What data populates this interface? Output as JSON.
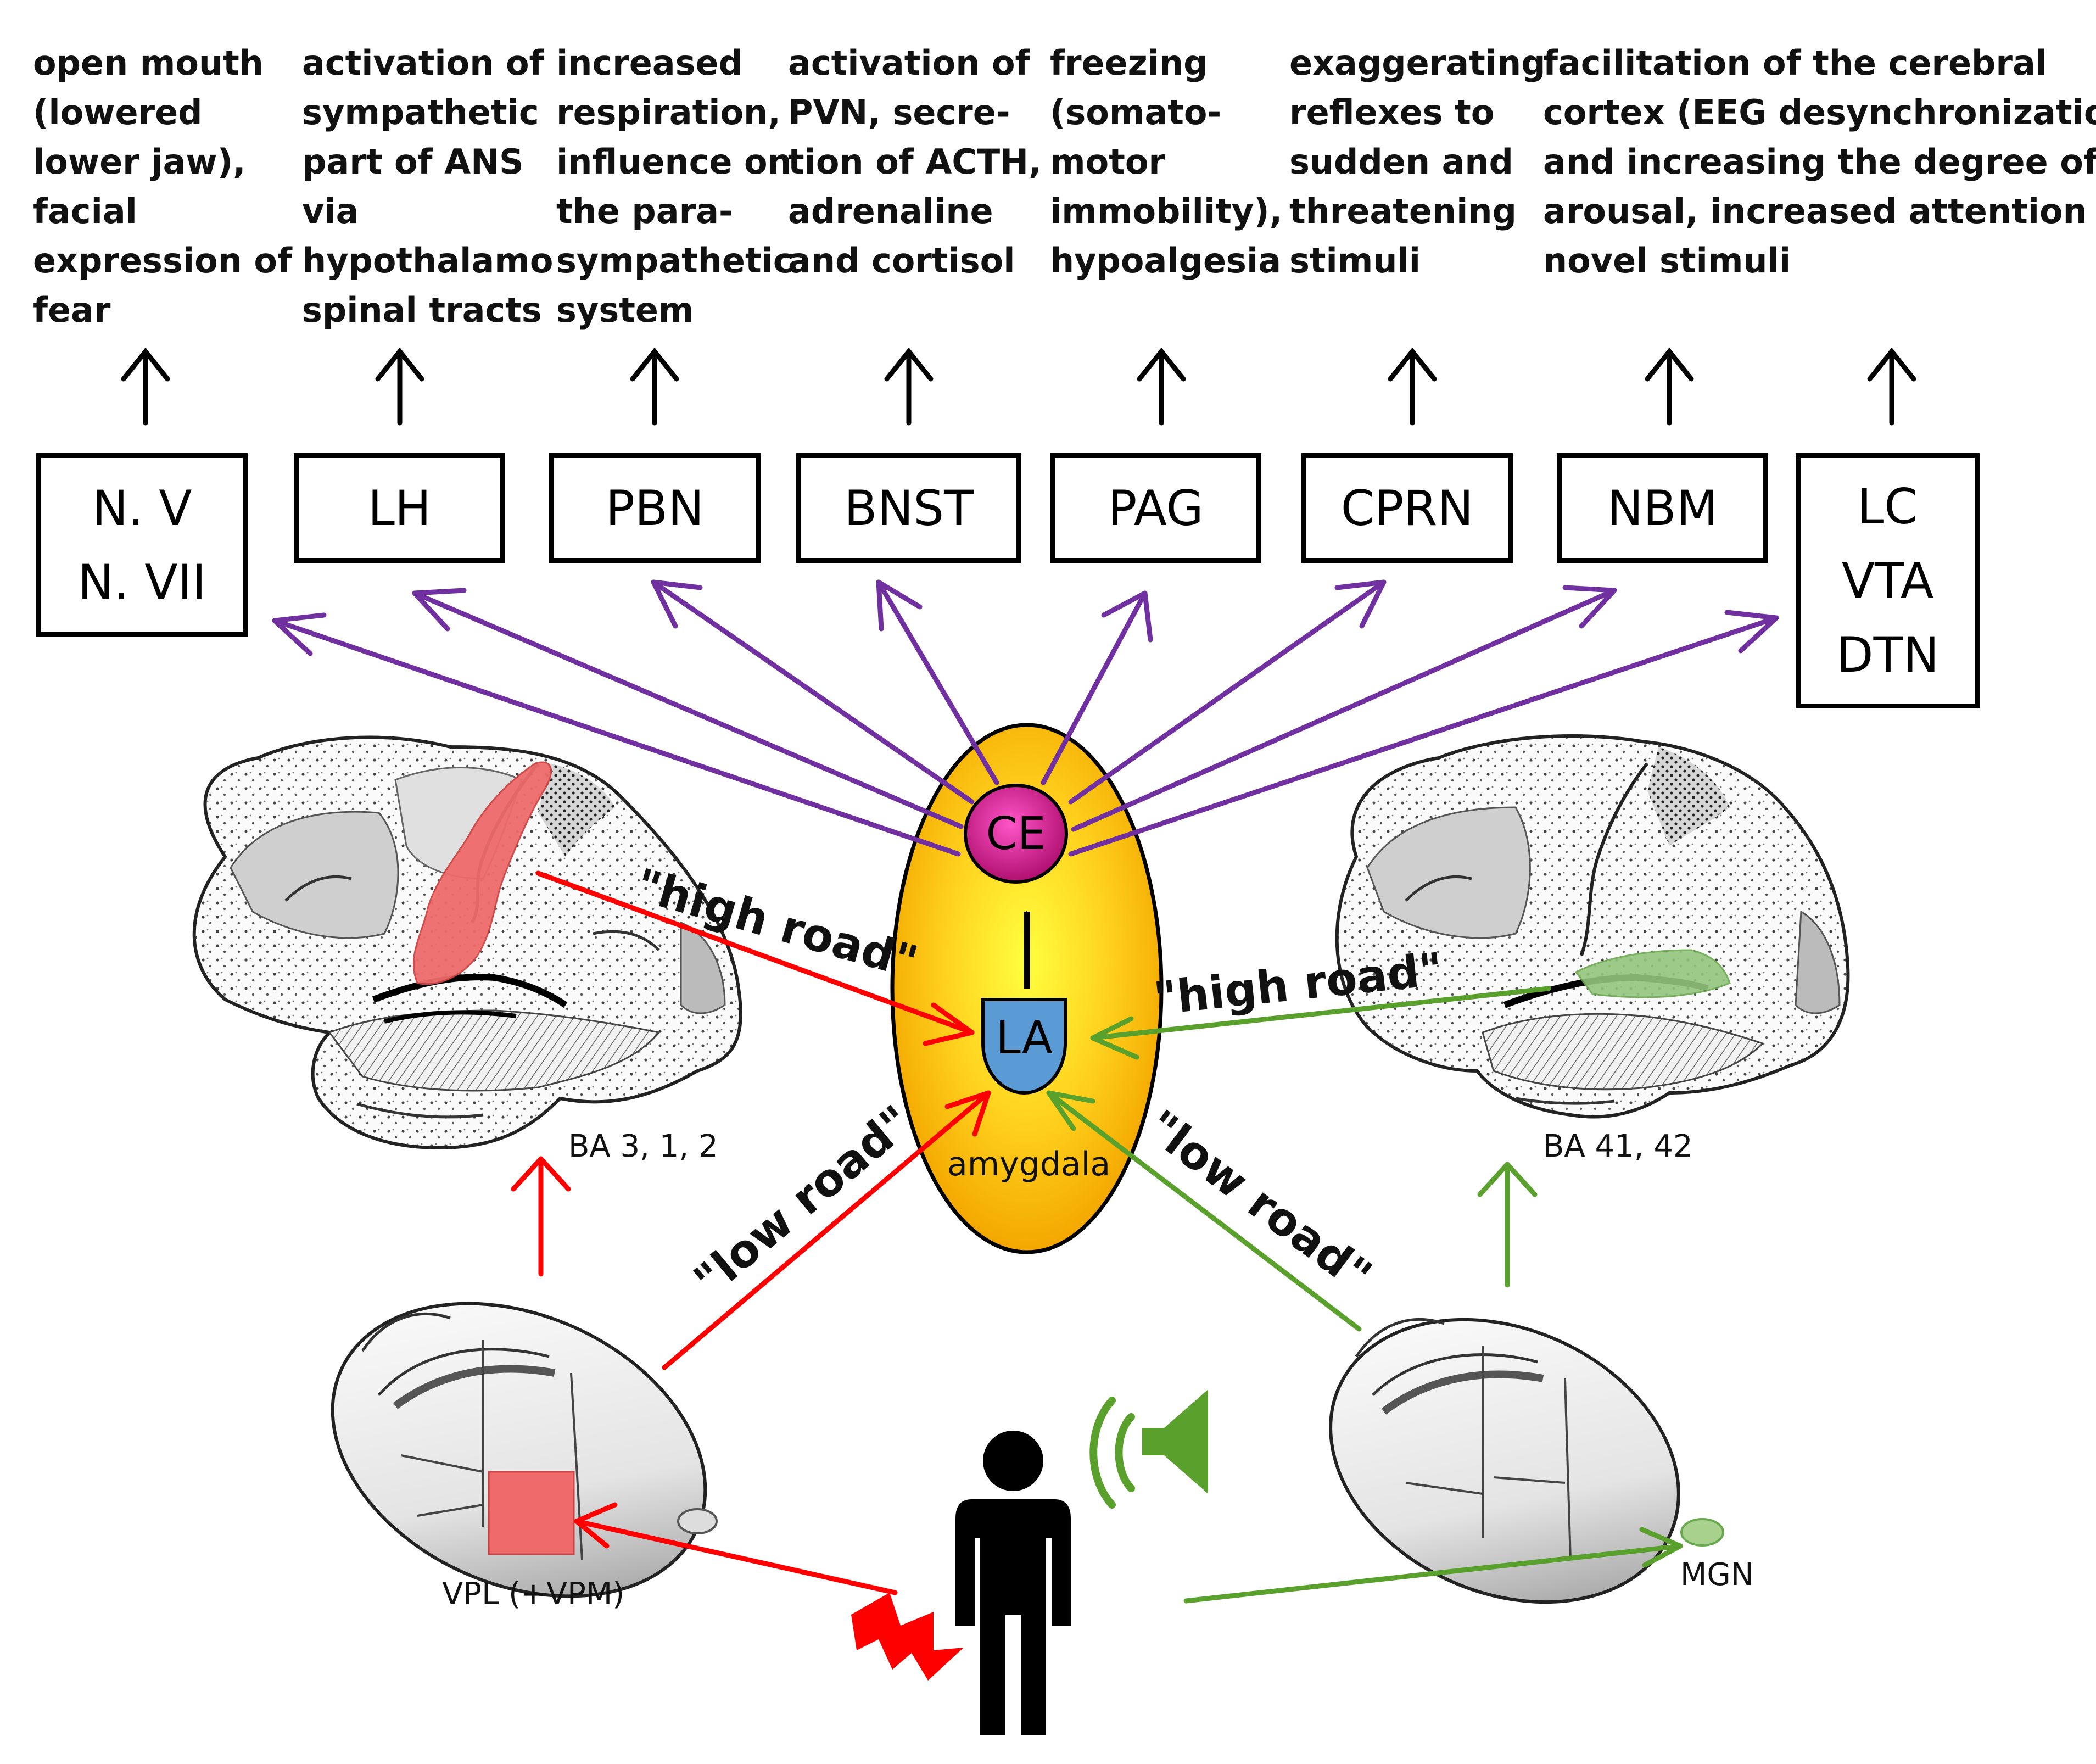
{
  "effects": [
    {
      "lines": [
        "open mouth",
        "(lowered",
        "lower jaw),",
        "facial",
        "expression of",
        "fear"
      ]
    },
    {
      "lines": [
        "activation of",
        "sympathetic",
        "part of ANS",
        "via",
        "hypothalamo",
        "spinal tracts"
      ]
    },
    {
      "lines": [
        "increased",
        "respiration,",
        "influence on",
        "the para-",
        "sympathetic",
        "system"
      ]
    },
    {
      "lines": [
        "activation of",
        "PVN, secre-",
        "tion of ACTH,",
        "adrenaline",
        "and cortisol"
      ]
    },
    {
      "lines": [
        "freezing",
        "(somato-",
        "motor",
        "immobility),",
        "hypoalgesia"
      ]
    },
    {
      "lines": [
        "exaggerating",
        "reflexes to",
        "sudden and",
        "threatening",
        "stimuli"
      ]
    },
    {
      "lines": [
        "facilitation of the cerebral",
        "cortex (EEG desynchronization)",
        "and increasing the degree of",
        "arousal, increased attention to",
        "novel stimuli"
      ]
    }
  ],
  "targets": [
    {
      "lines": [
        "N. V",
        "N. VII"
      ]
    },
    {
      "lines": [
        "LH"
      ]
    },
    {
      "lines": [
        "PBN"
      ]
    },
    {
      "lines": [
        "BNST"
      ]
    },
    {
      "lines": [
        "PAG"
      ]
    },
    {
      "lines": [
        "CPRN"
      ]
    },
    {
      "lines": [
        "NBM"
      ]
    },
    {
      "lines": [
        "LC",
        "VTA",
        "DTN"
      ]
    }
  ],
  "amygdala": {
    "label": "amygdala",
    "ce": "CE",
    "la": "LA"
  },
  "labels": {
    "somatosensory_area": "BA 3, 1, 2",
    "auditory_area": "BA 41, 42",
    "vpl": "VPL (+VPM)",
    "mgn": "MGN",
    "high_road": "\"high road\"",
    "low_road": "\"low road\""
  },
  "icons": [
    "brain-left-icon",
    "brain-right-icon",
    "thalamus-left-icon",
    "thalamus-right-icon",
    "person-icon",
    "speaker-icon",
    "lightning-icon"
  ],
  "colors": {
    "pain_pathway": "#ff0000",
    "sound_pathway": "#5aa02c",
    "efferent": "#7030a0",
    "amygdala": "#ffc000",
    "ce": "#d6148c",
    "la": "#5b9bd5"
  }
}
